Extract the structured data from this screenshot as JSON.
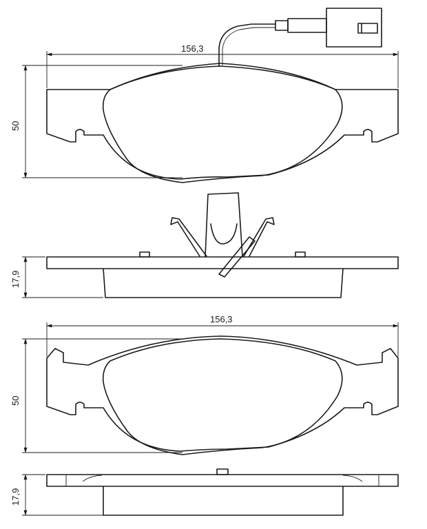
{
  "views": [
    {
      "name": "top-pad-face",
      "dimensions": {
        "width": "156,3",
        "height": "50"
      }
    },
    {
      "name": "top-pad-side",
      "dimensions": {
        "thickness": "17,9"
      }
    },
    {
      "name": "bottom-pad-face",
      "dimensions": {
        "width": "156,3",
        "height": "50"
      }
    },
    {
      "name": "bottom-pad-side",
      "dimensions": {
        "thickness": "17,9"
      }
    }
  ],
  "colors": {
    "line": "#1a1a1a",
    "background": "#ffffff"
  }
}
